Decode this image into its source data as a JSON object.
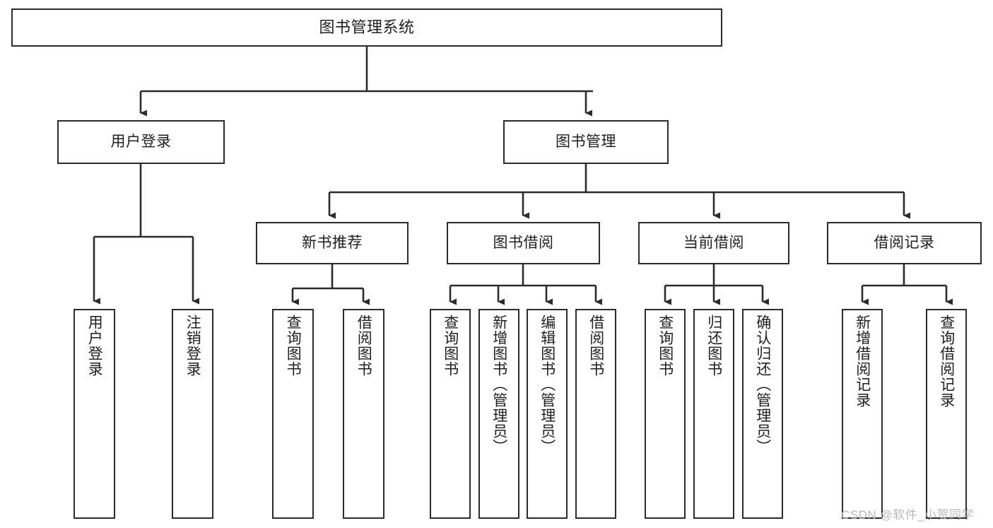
{
  "diagram": {
    "title": "图书管理系统",
    "type": "tree-hierarchy-chart",
    "orientation": "top-down",
    "colors": {
      "box_border": "#2b2b2b",
      "box_fill": "#ffffff",
      "edge": "#2b2b2b",
      "text": "#1f1f1f",
      "watermark": "#b9b9b9",
      "background": "#ffffff"
    }
  },
  "nodes": {
    "root": {
      "label": "图书管理系统"
    },
    "level2": [
      {
        "label": "用户登录"
      },
      {
        "label": "图书管理"
      }
    ],
    "level3": [
      {
        "label": "新书推荐"
      },
      {
        "label": "图书借阅"
      },
      {
        "label": "当前借阅"
      },
      {
        "label": "借阅记录"
      }
    ],
    "leaves": {
      "user_login": [
        {
          "label": "用户登录"
        },
        {
          "label": "注销登录"
        }
      ],
      "new_book_recommend": [
        {
          "label": "查询图书"
        },
        {
          "label": "借阅图书"
        }
      ],
      "book_borrow": [
        {
          "label": "查询图书"
        },
        {
          "label": "新增图书（管理员）"
        },
        {
          "label": "编辑图书（管理员）"
        },
        {
          "label": "借阅图书"
        }
      ],
      "current_borrow": [
        {
          "label": "查询图书"
        },
        {
          "label": "归还图书"
        },
        {
          "label": "确认归还（管理员）"
        }
      ],
      "borrow_record": [
        {
          "label": "新增借阅记录"
        },
        {
          "label": "查询借阅记录"
        }
      ]
    }
  },
  "watermark": {
    "text": "CSDN @软件_小贺同学"
  }
}
